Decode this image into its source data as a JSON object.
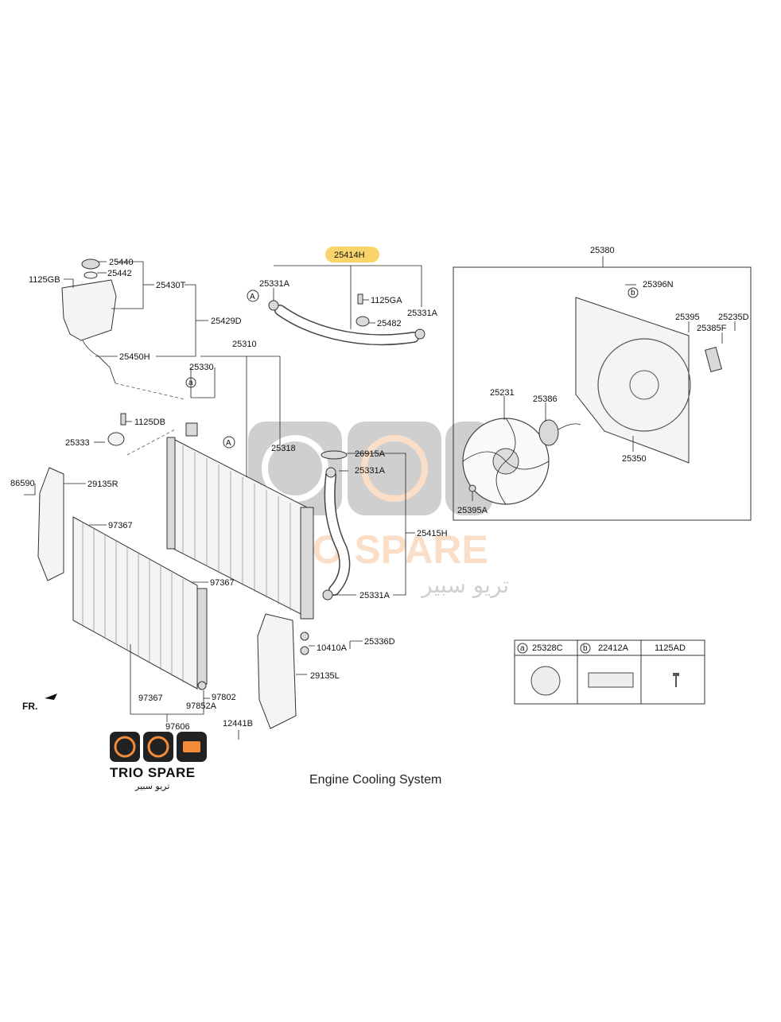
{
  "caption": "Engine Cooling System",
  "highlight_color": "#f9d46a",
  "watermark": {
    "brand": "TRIO SPARE",
    "arabic": "تريو سبير",
    "accent": "#f28c3a"
  },
  "direction_label": "FR.",
  "callouts": {
    "a": "a",
    "b": "b",
    "A": "A"
  },
  "part_labels": {
    "p25414H": "25414H",
    "p25440": "25440",
    "p25442": "25442",
    "p1125GB": "1125GB",
    "p25430T": "25430T",
    "p25429D": "25429D",
    "p25450H": "25450H",
    "p25331A_1": "25331A",
    "p1125GA": "1125GA",
    "p25482": "25482",
    "p25331A_2": "25331A",
    "p25310": "25310",
    "p25330": "25330",
    "p1125DB": "1125DB",
    "p25333": "25333",
    "p25318": "25318",
    "p26915A": "26915A",
    "p25331A_3": "25331A",
    "p25415H": "25415H",
    "p25331A_4": "25331A",
    "p86590": "86590",
    "p29135R": "29135R",
    "p97367_1": "97367",
    "p97367_2": "97367",
    "p25336D": "25336D",
    "p10410A": "10410A",
    "p29135L": "29135L",
    "p97367_3": "97367",
    "p97802": "97802",
    "p97852A": "97852A",
    "p97606": "97606",
    "p12441B": "12441B",
    "p25380": "25380",
    "p25396N": "25396N",
    "p25395": "25395",
    "p25235D": "25235D",
    "p25385F": "25385F",
    "p25231": "25231",
    "p25386": "25386",
    "p25350": "25350",
    "p25395A": "25395A"
  },
  "legend_table": {
    "headers": [
      {
        "mark": "a",
        "code": "25328C"
      },
      {
        "mark": "b",
        "code": "22412A"
      },
      {
        "mark": "",
        "code": "1125AD"
      }
    ]
  }
}
